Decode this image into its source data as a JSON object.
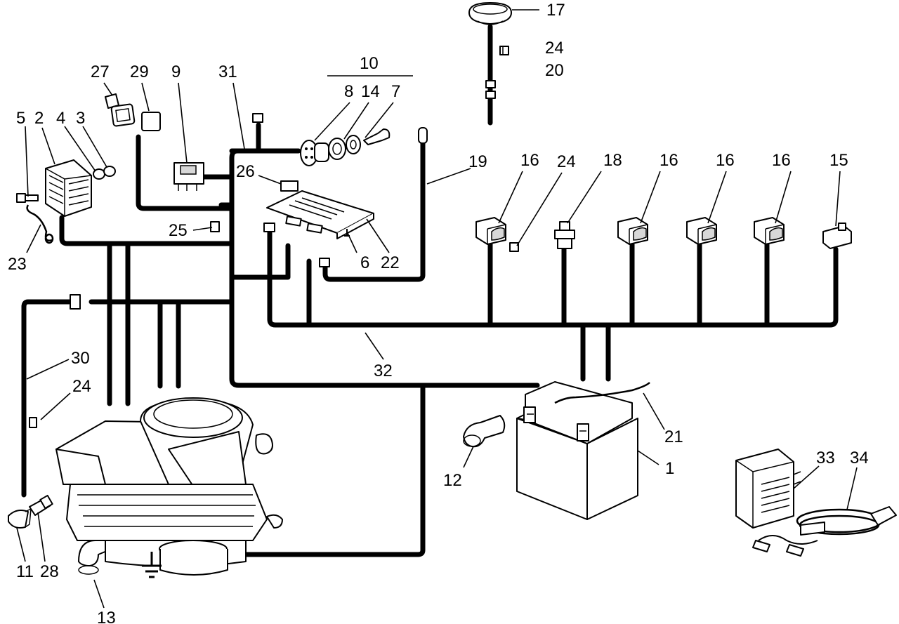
{
  "labels": {
    "battery": "1",
    "regulator": "2",
    "washer": "3",
    "nut": "4",
    "screw": "5",
    "board_screw": "6",
    "ignition_key": "7",
    "key_nut": "8",
    "switch": "9",
    "ignition_switch_group": "10",
    "bulb": "11",
    "terminal_cap": "12",
    "spark_cap": "13",
    "key_ring": "14",
    "microswitch": "15",
    "safety_switch_a": "16",
    "safety_switch_b": "16",
    "safety_switch_c": "16",
    "safety_switch_d": "16",
    "horn": "17",
    "pressure_switch": "18",
    "cable_19": "19",
    "cable_20": "20",
    "battery_strap": "21",
    "circuit_board": "22",
    "ground_wire": "23",
    "clip_top": "24",
    "clip_mid": "24",
    "clip_left": "24",
    "fastener": "25",
    "fuse": "26",
    "fuse_holder": "27",
    "relay": "29",
    "bulb_holder": "28",
    "cable_30": "30",
    "harness_main": "31",
    "harness_rear": "32",
    "charger": "33",
    "charger_cable": "34"
  }
}
